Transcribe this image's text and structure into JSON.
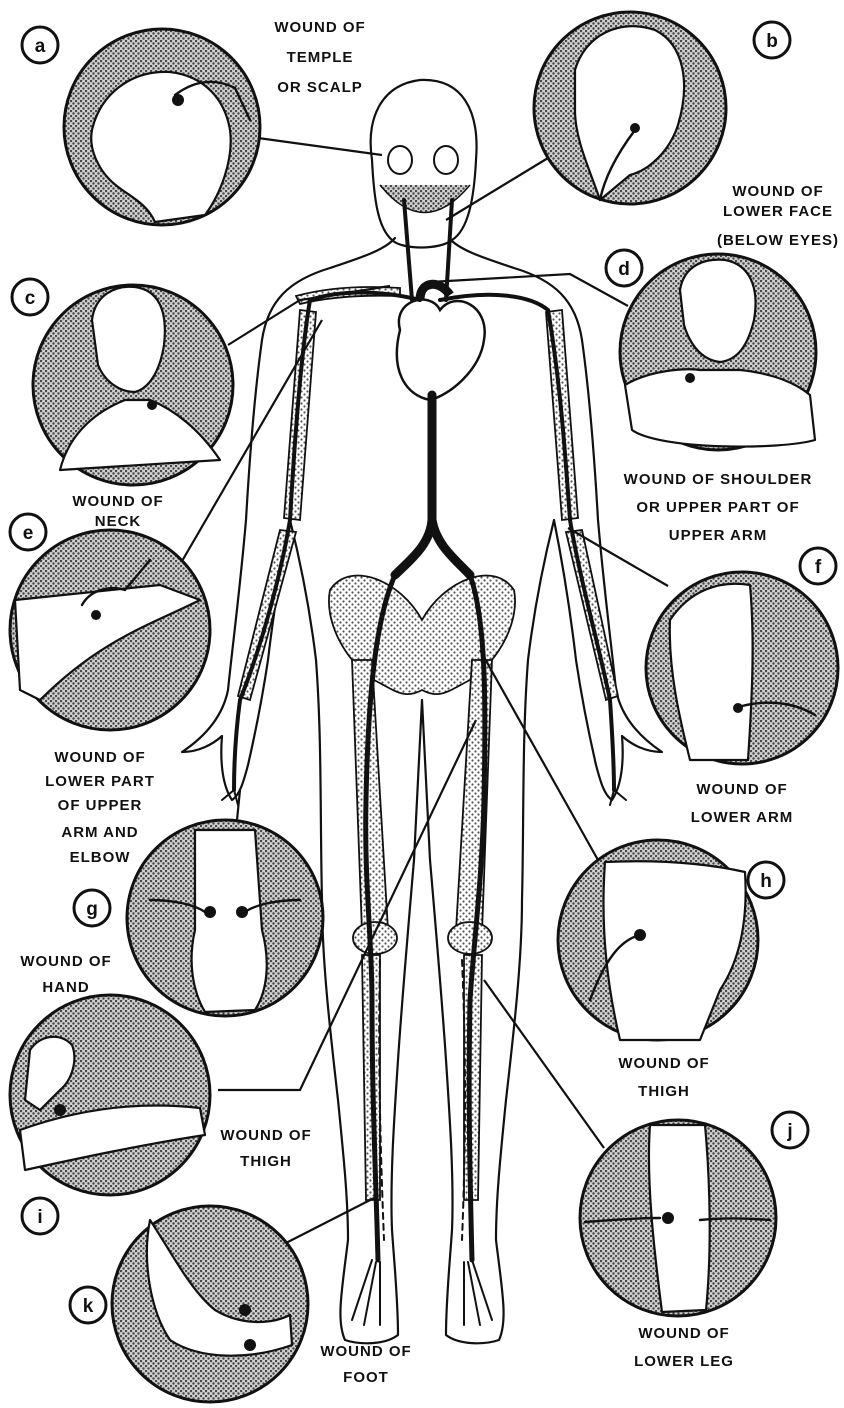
{
  "colors": {
    "ink": "#111111",
    "paper": "#ffffff",
    "stipple": "#8a8a8a"
  },
  "figure": {
    "subject": "human-body-arterial-pressure-points"
  },
  "insets": [
    {
      "id": "a",
      "letter": "a",
      "caption": [
        "WOUND OF",
        "TEMPLE",
        "OR SCALP"
      ]
    },
    {
      "id": "b",
      "letter": "b",
      "caption": [
        "WOUND OF",
        "LOWER FACE",
        "(BELOW EYES)"
      ]
    },
    {
      "id": "c",
      "letter": "c",
      "caption": [
        "WOUND OF",
        "NECK"
      ]
    },
    {
      "id": "d",
      "letter": "d",
      "caption": [
        "WOUND OF SHOULDER",
        "OR UPPER PART OF",
        "UPPER ARM"
      ]
    },
    {
      "id": "e",
      "letter": "e",
      "caption": [
        "WOUND OF",
        "LOWER PART",
        "OF UPPER",
        "ARM AND",
        "ELBOW"
      ]
    },
    {
      "id": "f",
      "letter": "f",
      "caption": [
        "WOUND OF",
        "LOWER ARM"
      ]
    },
    {
      "id": "g",
      "letter": "g",
      "caption": [
        "WOUND OF",
        "HAND"
      ]
    },
    {
      "id": "h",
      "letter": "h",
      "caption": [
        "WOUND OF",
        "THIGH"
      ]
    },
    {
      "id": "i",
      "letter": "i",
      "caption": [
        "WOUND OF",
        "THIGH"
      ]
    },
    {
      "id": "j",
      "letter": "j",
      "caption": [
        "WOUND OF",
        "LOWER LEG"
      ]
    },
    {
      "id": "k",
      "letter": "k",
      "caption": [
        "WOUND OF",
        "FOOT"
      ]
    }
  ]
}
